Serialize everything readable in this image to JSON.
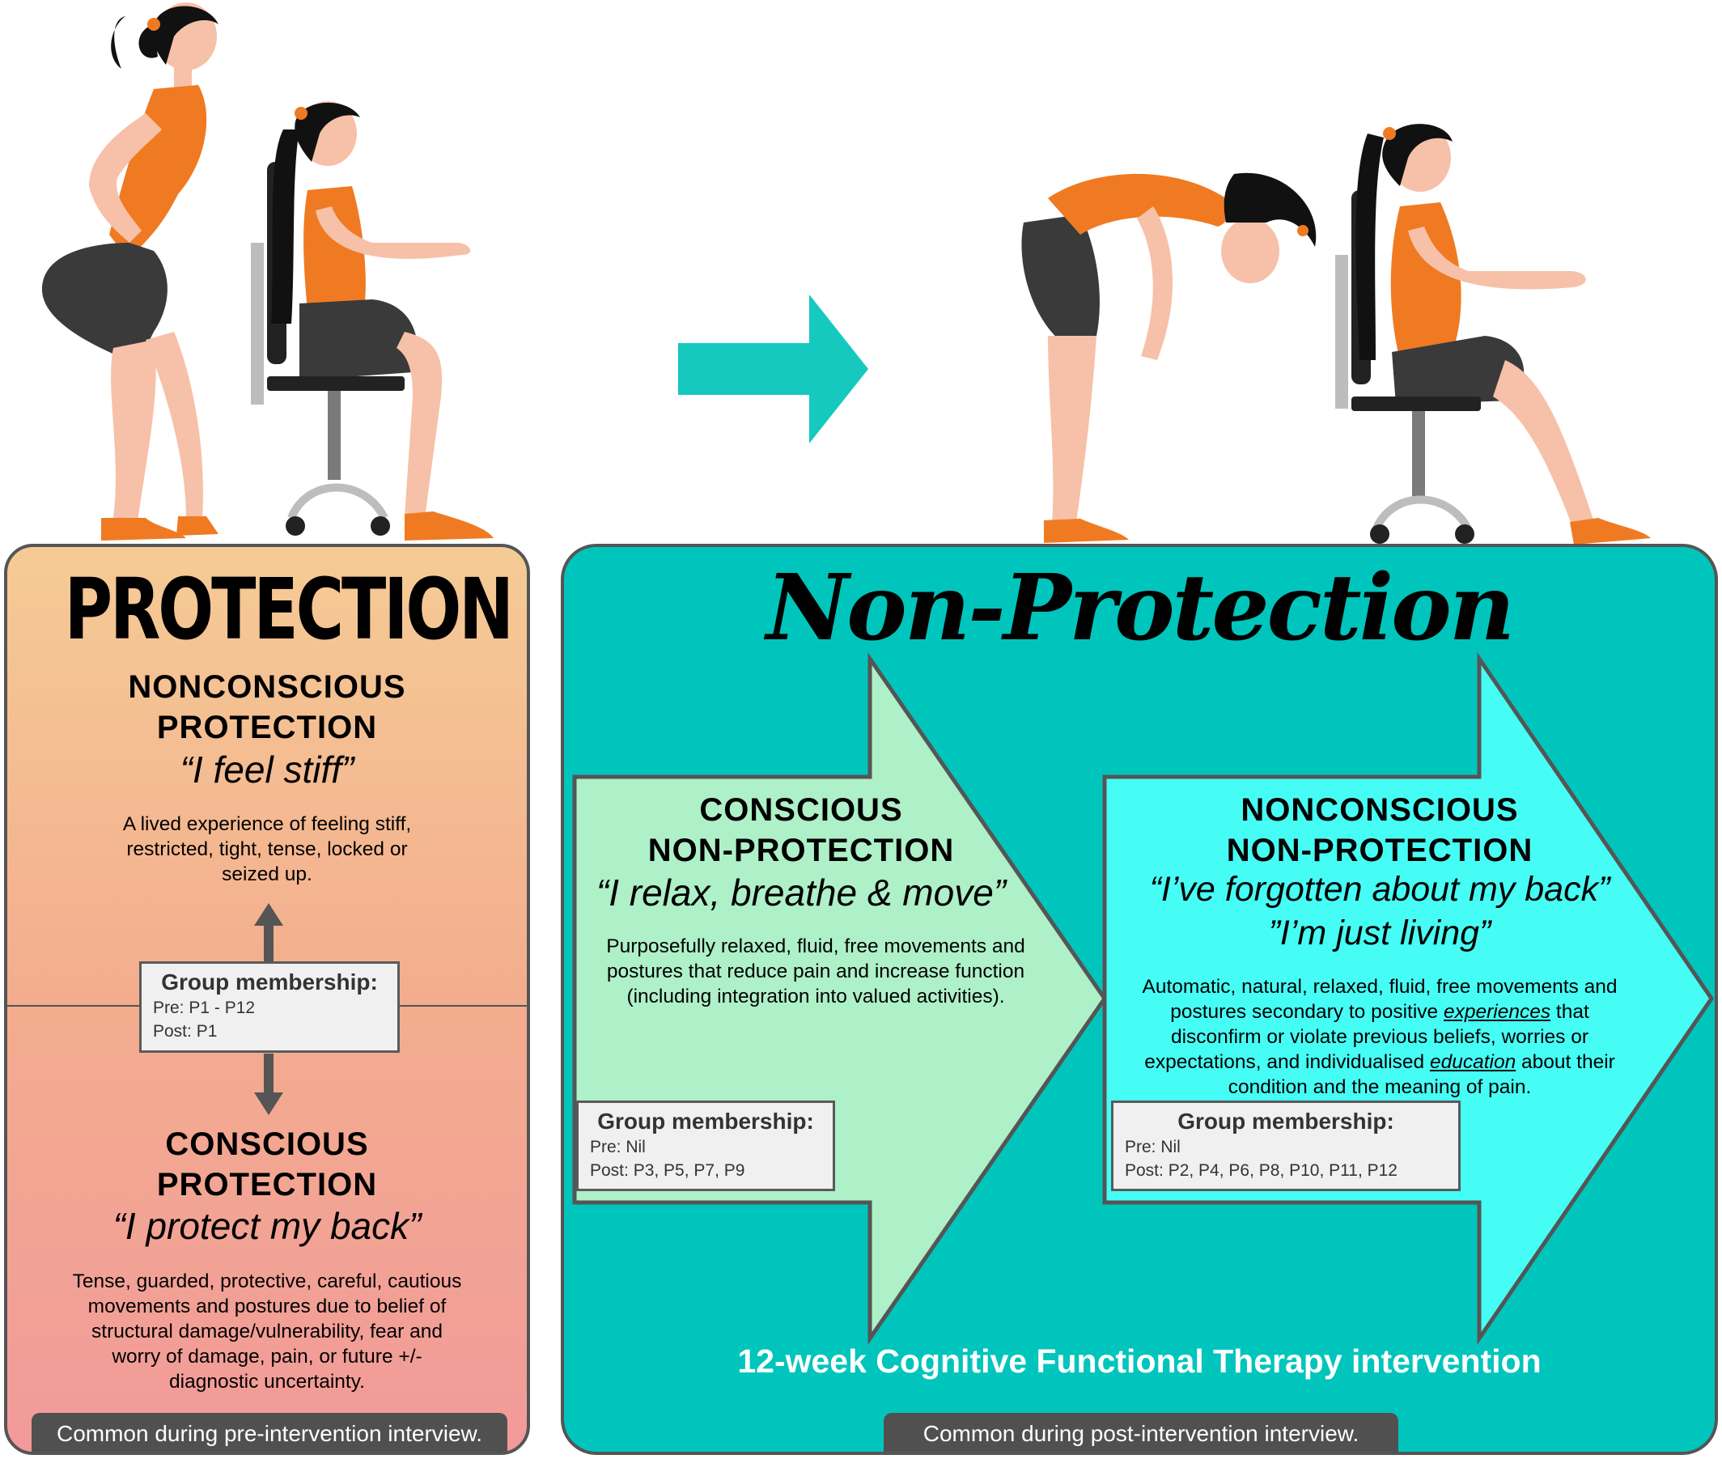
{
  "left": {
    "title": "PROTECTION",
    "nonconscious": {
      "heading_line1": "NONCONSCIOUS",
      "heading_line2": "PROTECTION",
      "quote": "“I feel stiff”",
      "desc_line1": "A lived experience of feeling stiff,",
      "desc_line2": "restricted, tight, tense, locked or",
      "desc_line3": "seized up."
    },
    "group": {
      "title": "Group membership:",
      "pre": "Pre: P1 - P12",
      "post": "Post: P1"
    },
    "conscious": {
      "heading_line1": "CONSCIOUS",
      "heading_line2": "PROTECTION",
      "quote": "“I protect my back”",
      "desc_line1": "Tense, guarded, protective, careful, cautious",
      "desc_line2": "movements and postures due to belief of",
      "desc_line3": "structural damage/vulnerability, fear and",
      "desc_line4": "worry of damage, pain, or future +/-",
      "desc_line5": "diagnostic uncertainty."
    },
    "footer": "Common during pre-intervention interview."
  },
  "right": {
    "title": "Non-Protection",
    "conscious": {
      "heading_line1": "CONSCIOUS",
      "heading_line2": "NON-PROTECTION",
      "quote": "“I relax, breathe & move”",
      "desc_line1": "Purposefully relaxed, fluid, free movements and",
      "desc_line2": "postures that reduce pain and increase function",
      "desc_line3": "(including integration into valued activities).",
      "group_title": "Group membership:",
      "group_pre": "Pre: Nil",
      "group_post": "Post: P3, P5, P7, P9"
    },
    "nonconscious": {
      "heading_line1": "NONCONSCIOUS",
      "heading_line2": "NON-PROTECTION",
      "quote_line1": "“I’ve forgotten about my back”",
      "quote_line2": "”I’m just living”",
      "desc_line1": "Automatic, natural, relaxed, fluid, free movements and",
      "desc_line2_a": "postures secondary to positive ",
      "desc_line2_em": "experiences",
      "desc_line2_b": " that",
      "desc_line3": "disconfirm or violate previous beliefs, worries or",
      "desc_line4_a": "expectations, and individualised ",
      "desc_line4_em": "education",
      "desc_line4_b": " about their",
      "desc_line5": "condition and the meaning of pain.",
      "group_title": "Group membership:",
      "group_pre": "Pre: Nil",
      "group_post": "Post: P2, P4, P6, P8, P10, P11, P12"
    },
    "intervention": "12-week Cognitive Functional Therapy intervention",
    "footer": "Common during post-intervention interview."
  },
  "colors": {
    "teal_panel": "#00c5bc",
    "teal_arrow": "#15c9bf",
    "green_arrow": "#aef0c8",
    "cyan_arrow": "#46fdf5",
    "orange_top": "#f07a22",
    "shorts": "#3a3a3a",
    "skin": "#f6c1a8",
    "hair": "#111111"
  }
}
